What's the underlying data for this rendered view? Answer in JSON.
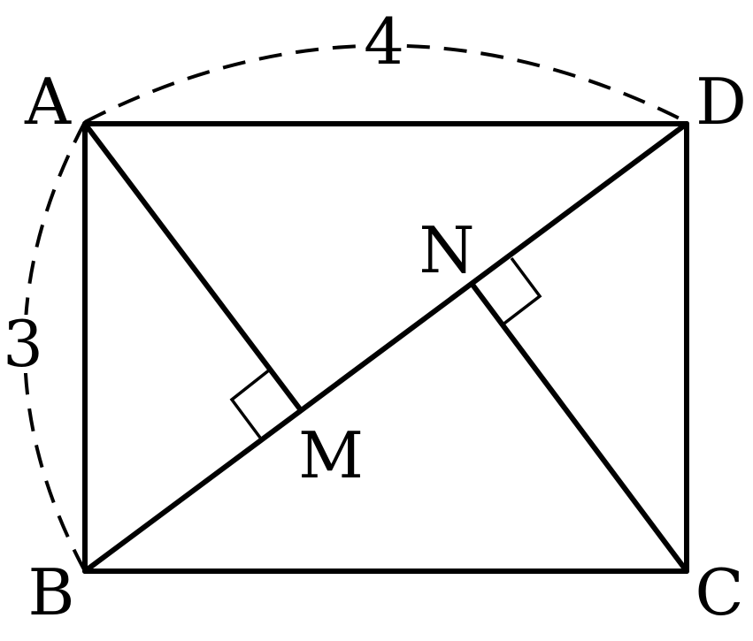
{
  "points": {
    "A": {
      "label": "A"
    },
    "B": {
      "label": "B"
    },
    "C": {
      "label": "C"
    },
    "D": {
      "label": "D"
    },
    "M": {
      "label": "M"
    },
    "N": {
      "label": "N"
    }
  },
  "dimensions": {
    "top": "4",
    "left": "3"
  }
}
